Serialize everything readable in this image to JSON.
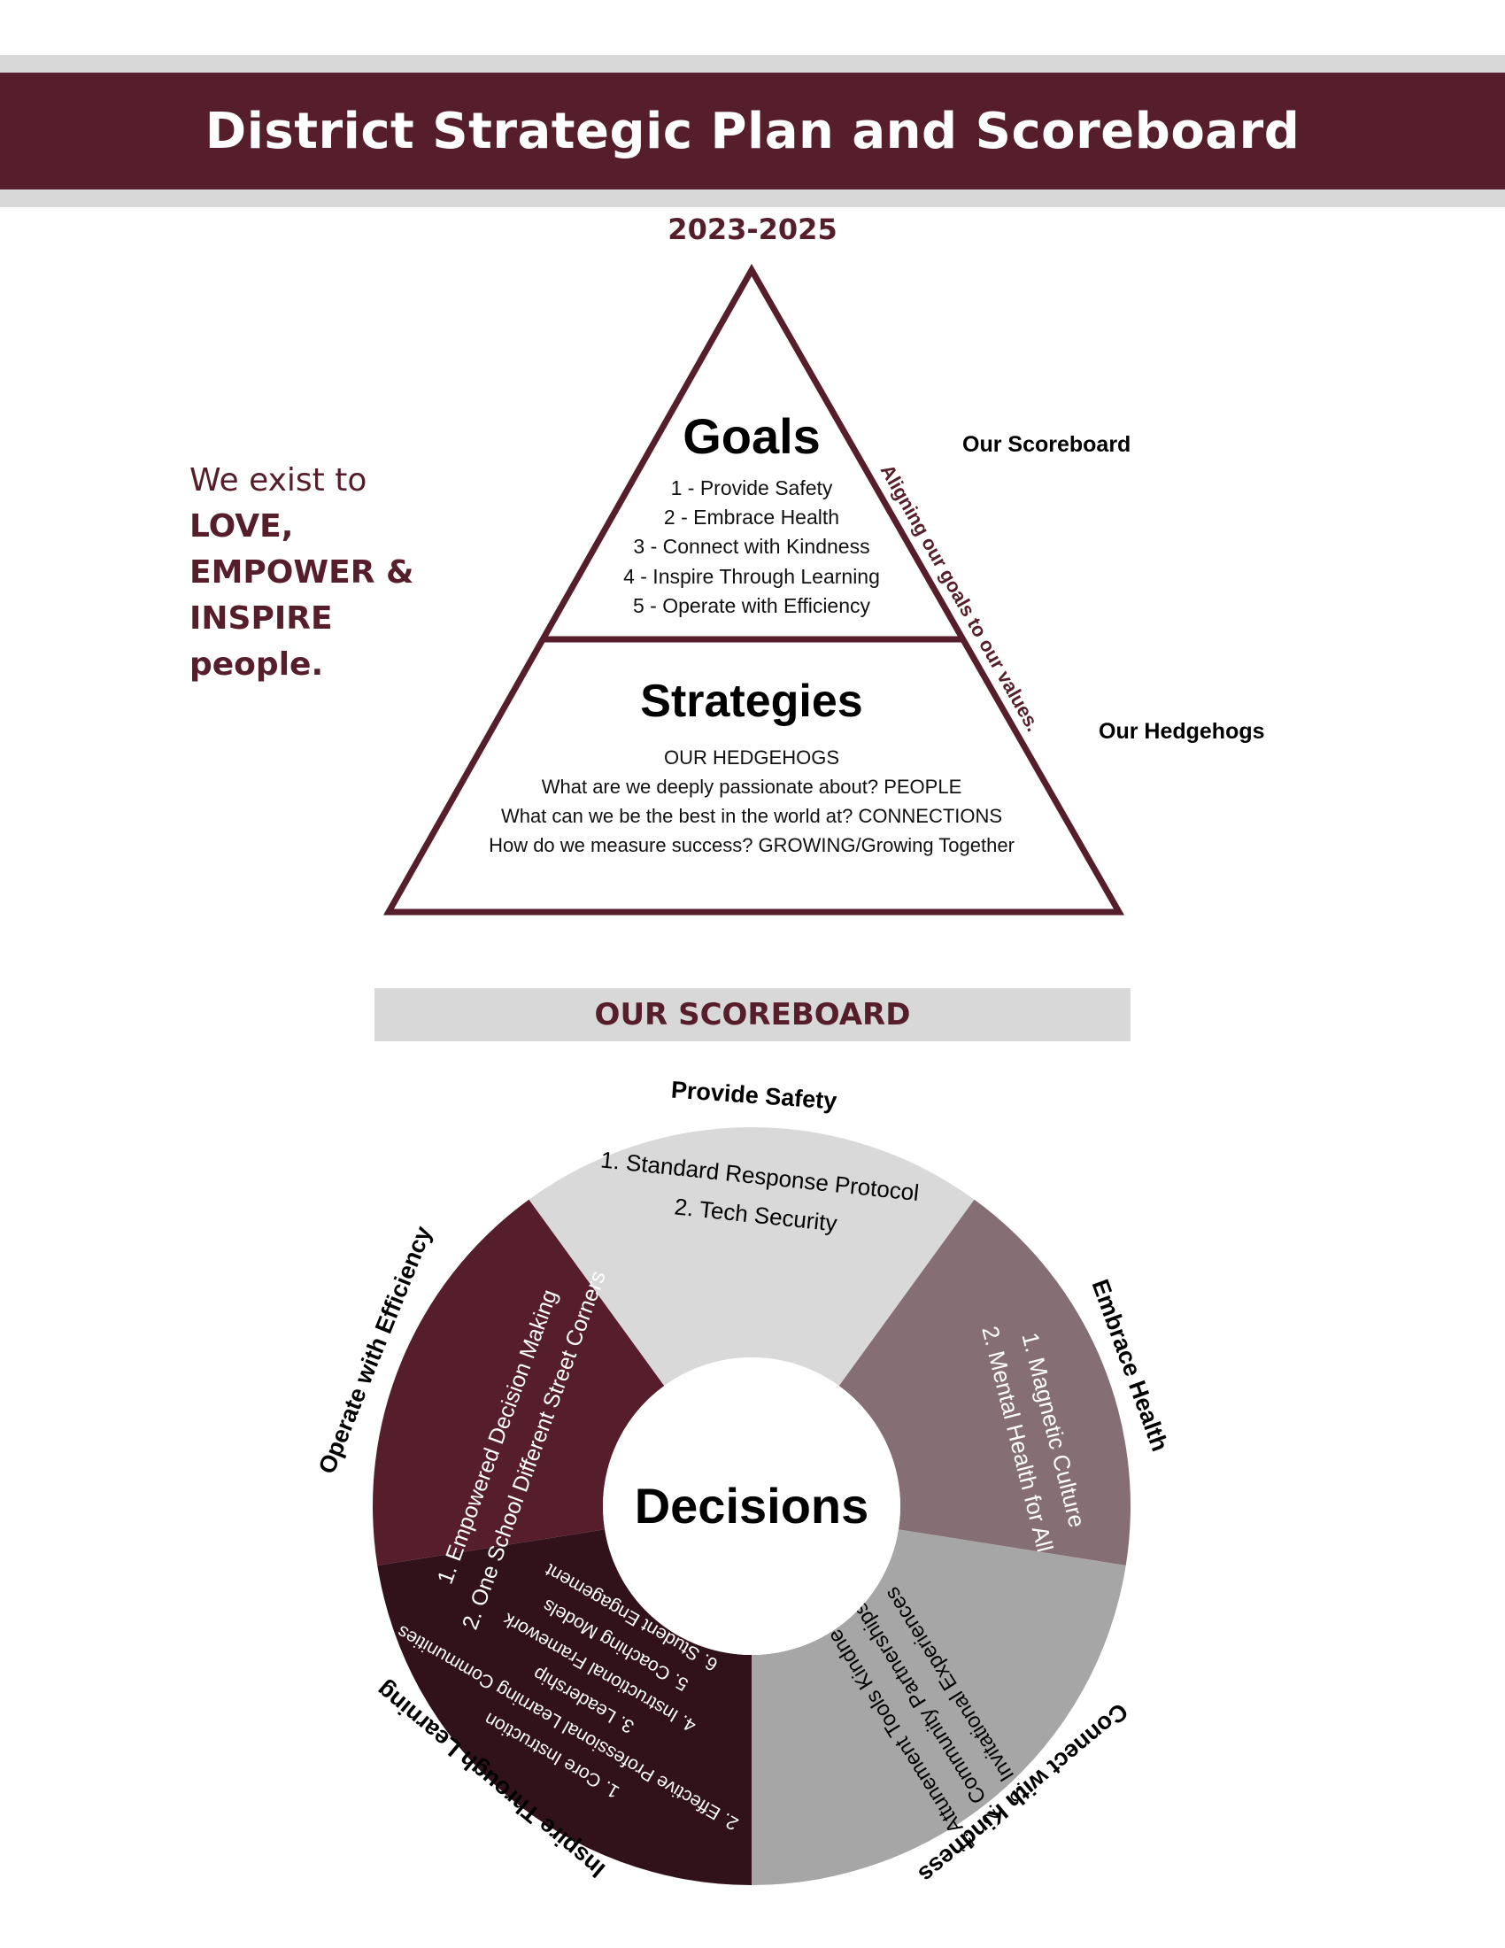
{
  "header": {
    "title": "District Strategic Plan and Scoreboard",
    "years": "2023-2025"
  },
  "mission": {
    "intro": "We exist to",
    "line1": "LOVE,",
    "line2": "EMPOWER &",
    "line3": "INSPIRE",
    "line4": "people."
  },
  "pyramid": {
    "goals_title": "Goals",
    "goals": [
      "1 - Provide Safety",
      "2 - Embrace Health",
      "3 - Connect with Kindness",
      "4 - Inspire Through Learning",
      "5 - Operate with Efficiency"
    ],
    "strategies_title": "Strategies",
    "strategies": [
      "OUR HEDGEHOGS",
      "What are we deeply passionate about? PEOPLE",
      "What can we be the best in the world at? CONNECTIONS",
      "How do we measure success? GROWING/Growing Together"
    ],
    "side_text": "Aligning our goals to our values.",
    "label_scoreboard": "Our Scoreboard",
    "label_hedgehogs": "Our Hedgehogs"
  },
  "scoreboard": {
    "title": "OUR SCOREBOARD",
    "center": "Decisions",
    "segments": [
      {
        "label": "Provide Safety",
        "items": [
          "1. Standard Response Protocol",
          "2. Tech Security"
        ],
        "color": "#d9d9d9"
      },
      {
        "label": "Embrace Health",
        "items": [
          "1. Magnetic Culture",
          "2. Mental Health for All"
        ],
        "color": "#866f74"
      },
      {
        "label": "Connect with Kindness",
        "items": [
          "1. Attunement Tools Kindness",
          "2. Community Partnerships",
          "3. Invitational Experiences"
        ],
        "color": "#a6a6a6"
      },
      {
        "label": "Inspire Through Learning",
        "items": [
          "1. Core Instruction",
          "2. Effective Professional Learning Communities",
          "3. Leadership",
          "4. Instructional Framework",
          "5. Coaching Models",
          "6. Student Engagement"
        ],
        "color": "#32121a"
      },
      {
        "label": "Operate with Efficiency",
        "items": [
          "1. Empowered Decision Making",
          "2. One School Different Street Corners"
        ],
        "color": "#561e2b"
      }
    ]
  },
  "colors": {
    "maroon": "#561e2b",
    "light_gray": "#d8d8d8"
  }
}
